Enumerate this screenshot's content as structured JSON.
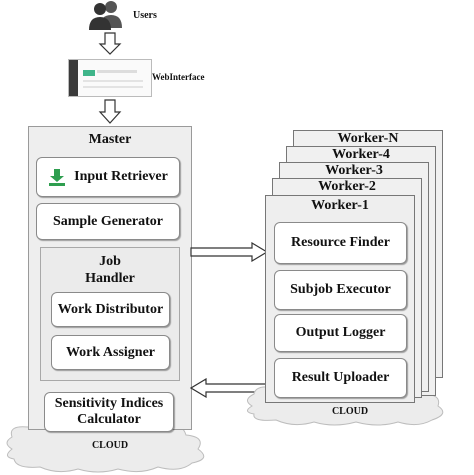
{
  "users": {
    "label": "Users",
    "icon": "users-icon"
  },
  "web": {
    "label": "WebInterface"
  },
  "master": {
    "title": "Master",
    "input_retriever": "Input Retriever",
    "input_retriever_icon": "download-icon",
    "sample_generator": "Sample Generator",
    "job_handler_line1": "Job",
    "job_handler_line2": "Handler",
    "work_distributor": "Work Distributor",
    "work_assigner": "Work Assigner",
    "sensitivity_line1": "Sensitivity Indices",
    "sensitivity_line2": "Calculator",
    "cloud": "CLOUD"
  },
  "workers": {
    "stack": [
      "Worker-N",
      "Worker-4",
      "Worker-3",
      "Worker-2",
      "Worker-1"
    ],
    "resource_finder": "Resource Finder",
    "subjob_executor": "Subjob Executor",
    "output_logger": "Output Logger",
    "result_uploader": "Result Uploader",
    "cloud": "CLOUD"
  },
  "colors": {
    "download_green": "#2e9e4f",
    "panel_gray": "#eeeeee",
    "cloud_gray": "#ececec"
  }
}
